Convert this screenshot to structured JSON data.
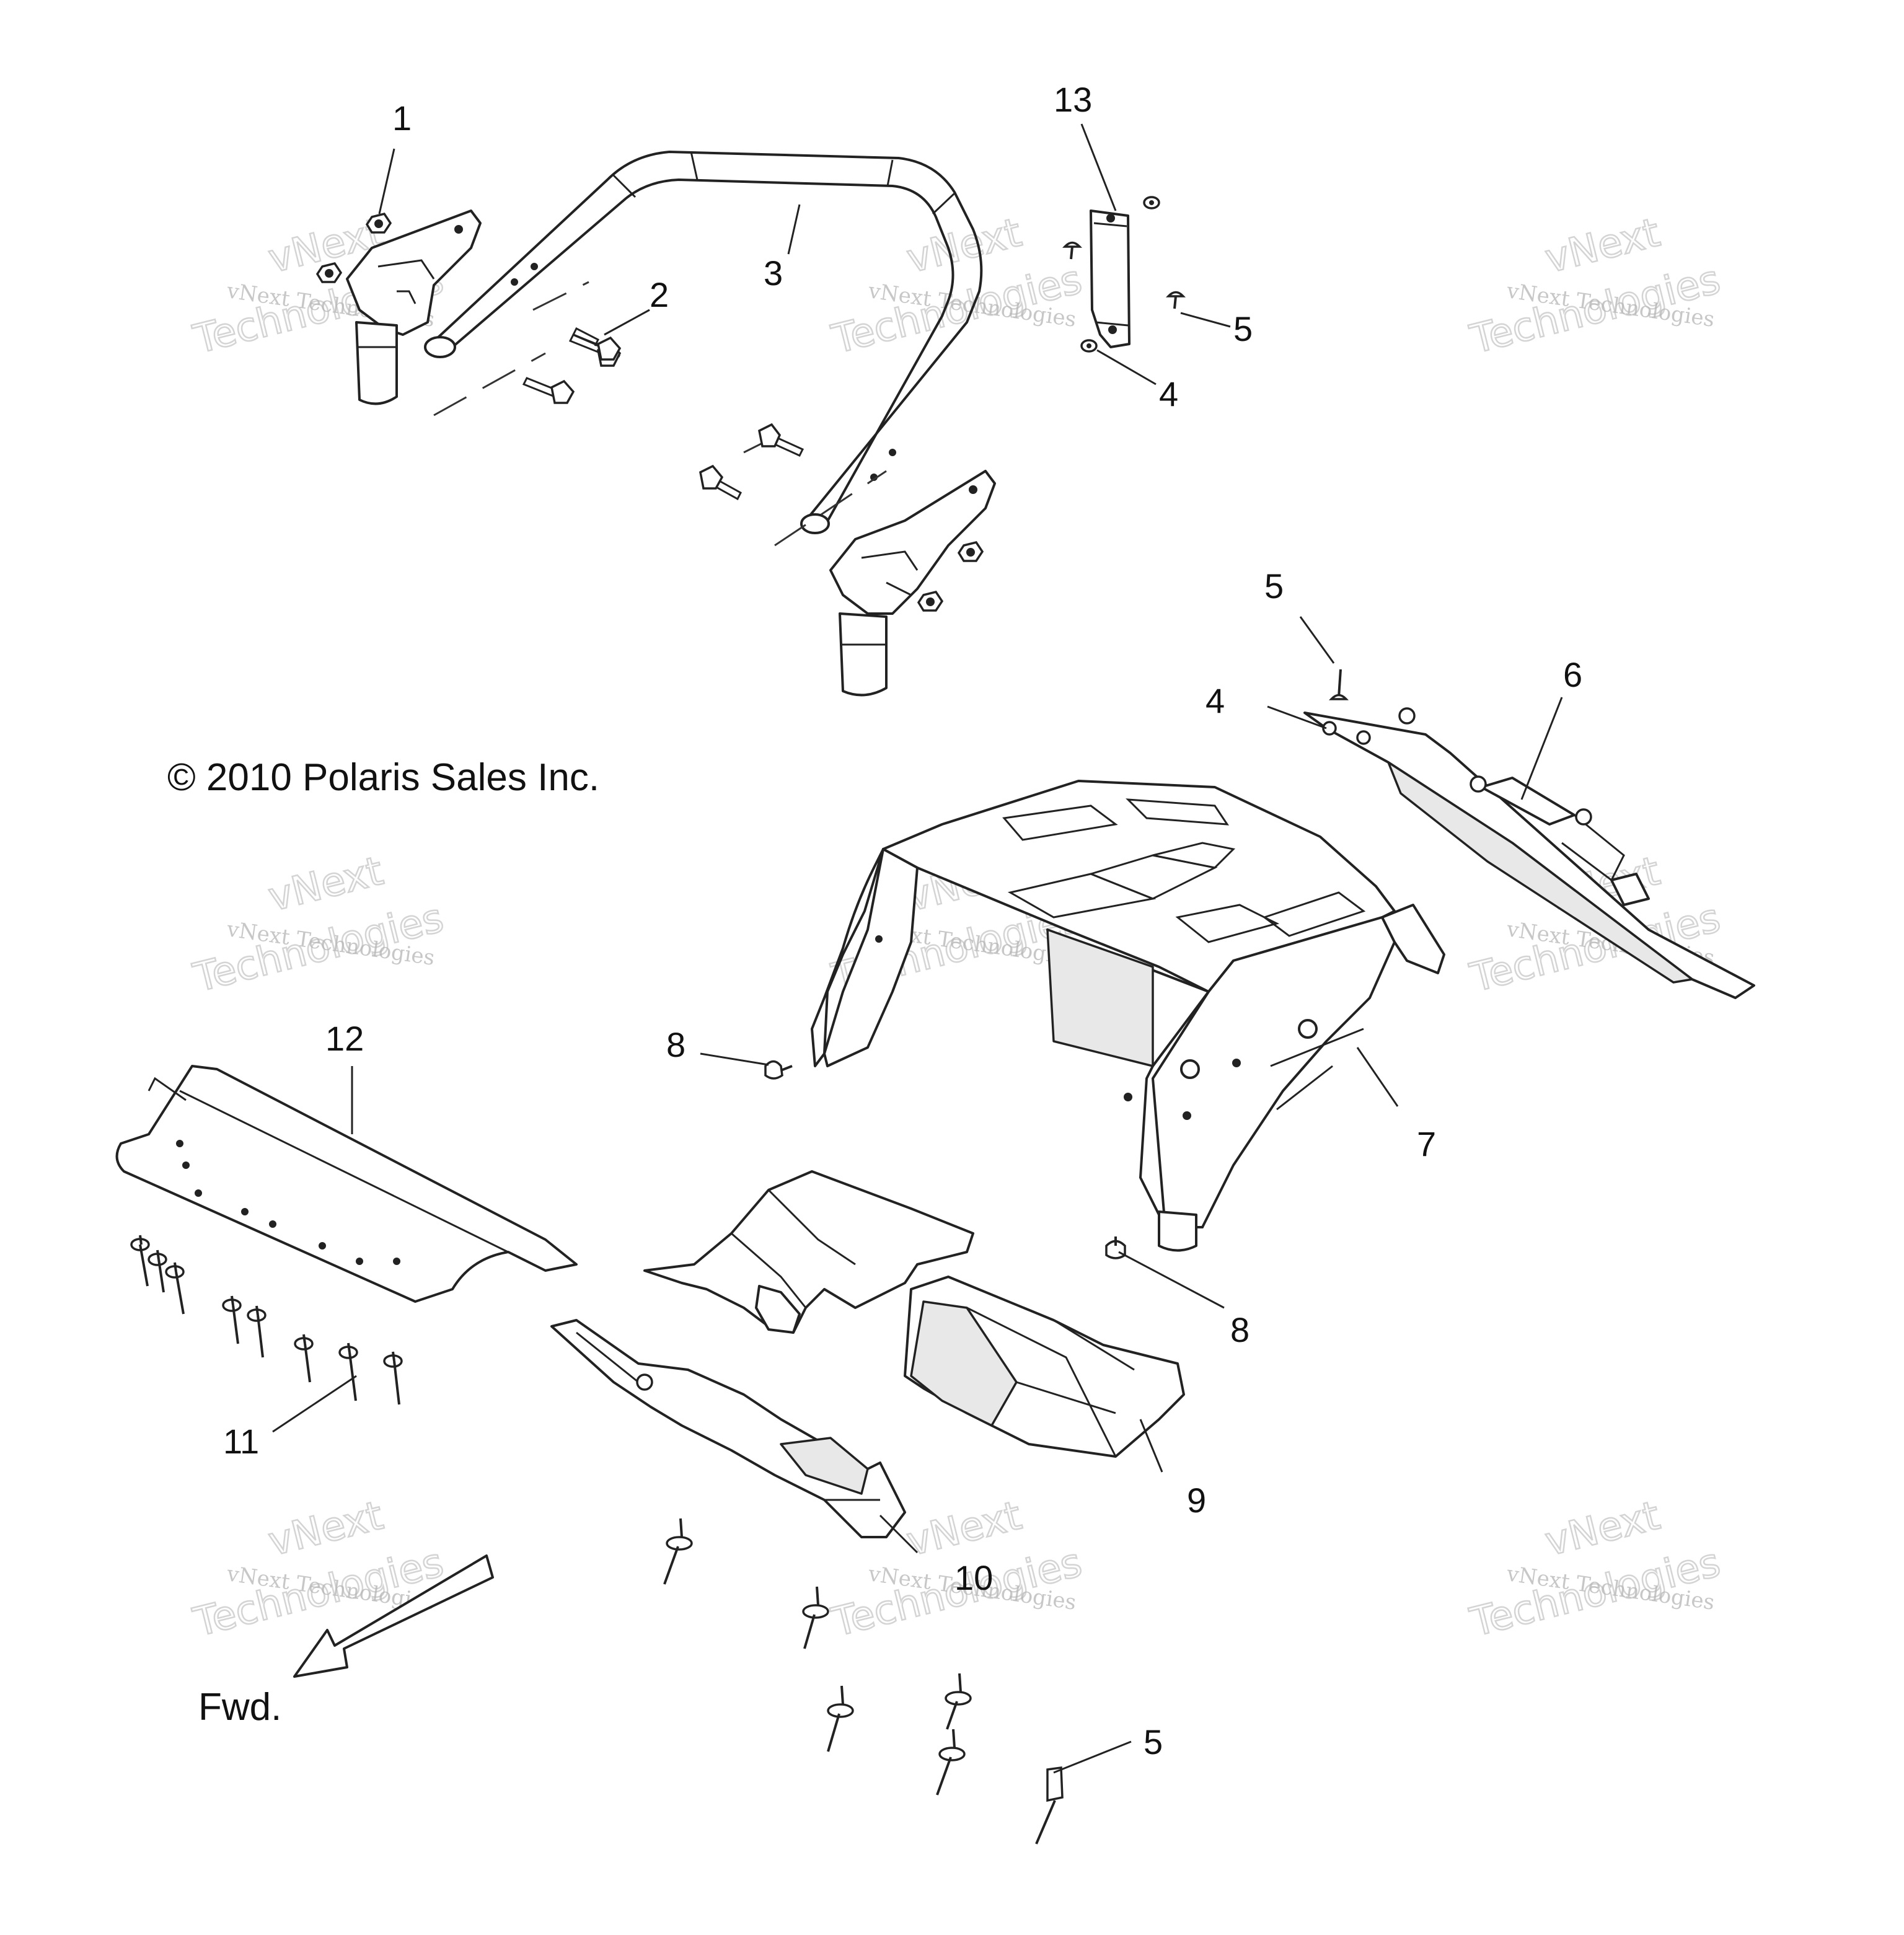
{
  "copyright": "© 2010 Polaris Sales Inc.",
  "direction_label": "Fwd.",
  "watermark": {
    "line1": "vNext",
    "line2": "vNext Technologies",
    "line3": "Technologies"
  },
  "callouts": {
    "c1": "1",
    "c2": "2",
    "c3": "3",
    "c13": "13",
    "c5a": "5",
    "c4a": "4",
    "c5b": "5",
    "c4b": "4",
    "c6": "6",
    "c7": "7",
    "c8a": "8",
    "c8b": "8",
    "c9": "9",
    "c10": "10",
    "c11": "11",
    "c12": "12",
    "c5c": "5"
  }
}
